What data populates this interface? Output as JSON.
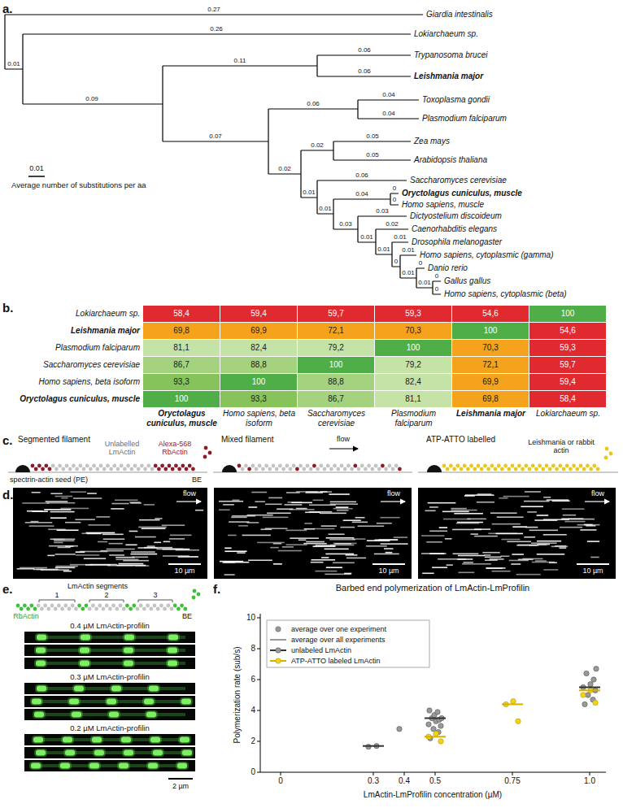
{
  "diagram": {
    "labels": [
      "a.",
      "0.27",
      "Giardia intestinalis",
      "0.01",
      "0.26",
      "Lokiarchaeum sp.",
      "0.09",
      "0.11",
      "0.06",
      "Trypanosoma brucei",
      "0.06",
      "Leishmania major",
      "0.07",
      "0.06",
      "0.04",
      "Toxoplasma gondii",
      "0.04",
      "Plasmodium falciparum",
      "0.02",
      "0.02",
      "0.05",
      "Zea mays",
      "0.05",
      "Arabidopsis thaliana",
      "0.01",
      "Average number of substitutions per aa",
      "0.01",
      "0.06",
      "Saccharomyces cerevisiae",
      "0.01",
      "0.04",
      "0",
      "Oryctolagus cuniculus, muscle",
      "0",
      "Homo sapiens, muscle",
      "0.03",
      "0.03",
      "Dictyostelium discoideum",
      "0.01",
      "0.02",
      "Caenorhabditis elegans",
      "0.01",
      "0.01",
      "Drosophila melanogaster",
      "0",
      "0.01",
      "Homo sapiens, cytoplasmic (gamma)",
      "0.01",
      "0",
      "Danio rerio",
      "0.01",
      "0",
      "Gallus gallus",
      "0",
      "Homo sapiens, cytoplasmic (beta)",
      "b.",
      "Lokiarchaeum sp.",
      "58,4",
      "59,4",
      "59,7",
      "59,3",
      "54,6",
      "100",
      "Leishmania major",
      "69,8",
      "69,9",
      "72,1",
      "70,3",
      "100",
      "54,6",
      "Plasmodium falciparum",
      "81,1",
      "82,4",
      "79,2",
      "100",
      "70,3",
      "59,3",
      "Saccharomyces cerevisiae",
      "86,7",
      "88,8",
      "100",
      "79,2",
      "72,1",
      "59,7",
      "Homo sapiens, beta isoform",
      "93,3",
      "100",
      "88,8",
      "82,4",
      "69,9",
      "59,4",
      "Oryctolagus cuniculus, muscle",
      "100",
      "93,3",
      "86,7",
      "81,1",
      "69,8",
      "58,4",
      "Oryctolagus cuniculus, muscle",
      "Homo sapiens, beta isoform",
      "Saccharomyces cerevisiae",
      "Plasmodium falciparum",
      "Leishmania major",
      "Lokiarchaeum sp.",
      "c.",
      "Segmented filament",
      "Unlabelled LmActin",
      "Alexa-568 RbActin",
      "spectrin-actin seed (PE)",
      "BE",
      "Mixed filament",
      "flow",
      "ATP-ATTO labelled",
      "Leishmania or rabbit actin",
      "d.",
      "flow",
      "10 µm",
      "flow",
      "10 µm",
      "flow",
      "10 µm",
      "e.",
      "LmActin segments",
      "1",
      "2",
      "3",
      "RbActin",
      "BE",
      "0.4 µM LmActin-profilin",
      "0.3 µM LmActin-profilin",
      "0.2 µM LmActin-profilin",
      "2 µm",
      "f.",
      "Barbed end polymerization of LmActin-LmProfilin",
      "0",
      "2",
      "4",
      "6",
      "8",
      "10",
      "Polymerization rate (sub/s)",
      "0",
      "0.3",
      "0.4",
      "0.5",
      "0.75",
      "1.0",
      "LmActin-LmProfilin concentration (µM)"
    ],
    "legend": [
      {
        "text": "average over one experiment"
      },
      {
        "text": "average over all experiments"
      },
      {
        "text": "unlabeled LmActin"
      },
      {
        "text": "ATP-ATTO labeled LmActin"
      }
    ]
  }
}
